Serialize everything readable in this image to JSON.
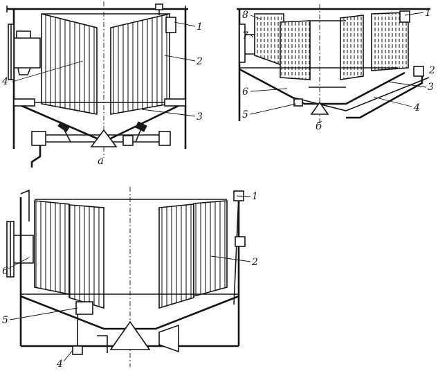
{
  "figure_a": {
    "caption": "а",
    "labels": [
      "1",
      "2",
      "3",
      "4"
    ]
  },
  "figure_b": {
    "caption": "б",
    "labels": [
      "1",
      "2",
      "3",
      "4",
      "5",
      "6",
      "7",
      "8"
    ]
  },
  "figure_c": {
    "labels": [
      "1",
      "2",
      "4",
      "5",
      "6"
    ]
  }
}
